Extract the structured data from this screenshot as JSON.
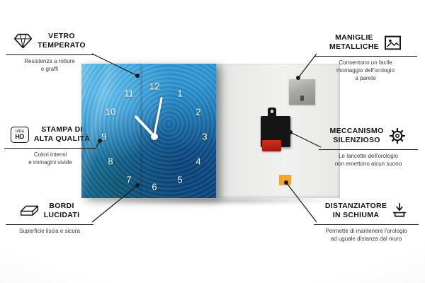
{
  "callouts": {
    "left": [
      {
        "title": [
          "VETRO",
          "TEMPERATO"
        ],
        "desc": [
          "Resistenza a rotture",
          "e graffi"
        ]
      },
      {
        "icon_top": "ultra",
        "icon_bottom": "HD",
        "title": [
          "STAMPA DI",
          "ALTA QUALITÀ"
        ],
        "desc": [
          "Colori intensi",
          "e immagini vivide"
        ]
      },
      {
        "title": [
          "BORDI",
          "LUCIDATI"
        ],
        "desc": [
          "Superficie liscia e sicura"
        ]
      }
    ],
    "right": [
      {
        "title": [
          "MANIGLIE",
          "METALLICHE"
        ],
        "desc": [
          "Consentono un facile",
          "montaggio dell'orologio",
          "a parete"
        ]
      },
      {
        "title": [
          "MECCANISMO",
          "SILENZIOSO"
        ],
        "desc": [
          "Le lancette dell'orologio",
          "non emettono alcun suono"
        ]
      },
      {
        "title": [
          "DISTANZIATORE",
          "IN SCHIUMA"
        ],
        "desc": [
          "Permette di mantenere l'orologio",
          "ad uguale distanza dal muro"
        ]
      }
    ]
  },
  "clock": {
    "numbers": [
      "12",
      "1",
      "2",
      "3",
      "4",
      "5",
      "6",
      "7",
      "8",
      "9",
      "10",
      "11"
    ]
  },
  "colors": {
    "glass_blue": "#1f7fc0",
    "mechanism_black": "#151515",
    "battery_red": "#c22018",
    "foam_orange": "#f5a42c",
    "line_black": "#1a1a1a"
  }
}
